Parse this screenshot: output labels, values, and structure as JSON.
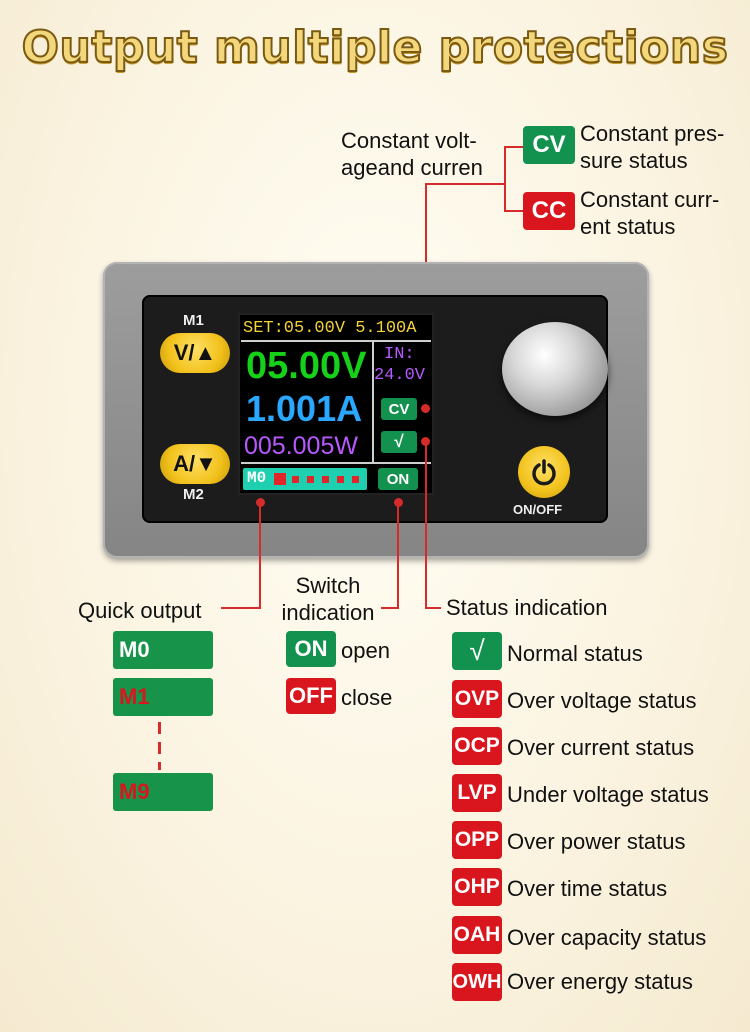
{
  "headline": "Output multiple protections",
  "cv_cc": {
    "label_line1": "Constant volt-",
    "label_line2": "ageand curren",
    "cv_badge": "CV",
    "cv_desc_line1": "Constant pres-",
    "cv_desc_line2": "sure status",
    "cc_badge": "CC",
    "cc_desc_line1": "Constant curr-",
    "cc_desc_line2": "ent status"
  },
  "device": {
    "m1_label": "M1",
    "m2_label": "M2",
    "v_button": "V/▲",
    "a_button": "A/▼",
    "onoff_label": "ON/OFF",
    "screen": {
      "set_line": "SET:05.00V 5.100A",
      "voltage": "05.00V",
      "current": "1.001A",
      "power": "005.005W",
      "in_label": "IN:",
      "in_value": "24.0V",
      "cv_indicator": "CV",
      "status_indicator": "√",
      "memory": "M0",
      "switch": "ON"
    }
  },
  "quick_output": {
    "label": "Quick output",
    "items": [
      {
        "text": "M0",
        "color": "#ffffff"
      },
      {
        "text": "M1",
        "color": "#d9151d"
      },
      {
        "text": "M9",
        "color": "#d9151d"
      }
    ]
  },
  "switch_indication": {
    "label_line1": "Switch",
    "label_line2": "indication",
    "on_badge": "ON",
    "on_text": "open",
    "off_badge": "OFF",
    "off_text": "close"
  },
  "status_indication": {
    "label": "Status indication",
    "items": [
      {
        "badge": "√",
        "text": "Normal status",
        "color": "#13914e"
      },
      {
        "badge": "OVP",
        "text": "Over voltage status",
        "color": "#d9151d"
      },
      {
        "badge": "OCP",
        "text": "Over current status",
        "color": "#d9151d"
      },
      {
        "badge": "LVP",
        "text": "Under voltage status",
        "color": "#d9151d"
      },
      {
        "badge": "OPP",
        "text": "Over power status",
        "color": "#d9151d"
      },
      {
        "badge": "OHP",
        "text": "Over time status",
        "color": "#d9151d"
      },
      {
        "badge": "OAH",
        "text": "Over capacity status",
        "color": "#d9151d"
      },
      {
        "badge": "OWH",
        "text": "Over energy status",
        "color": "#d9151d"
      }
    ]
  },
  "colors": {
    "green": "#13914e",
    "red": "#d9151d",
    "line": "#d52b2b",
    "voltage": "#16d11a",
    "current": "#2aa7ff",
    "power": "#b659ff",
    "set": "#f3d23a"
  }
}
